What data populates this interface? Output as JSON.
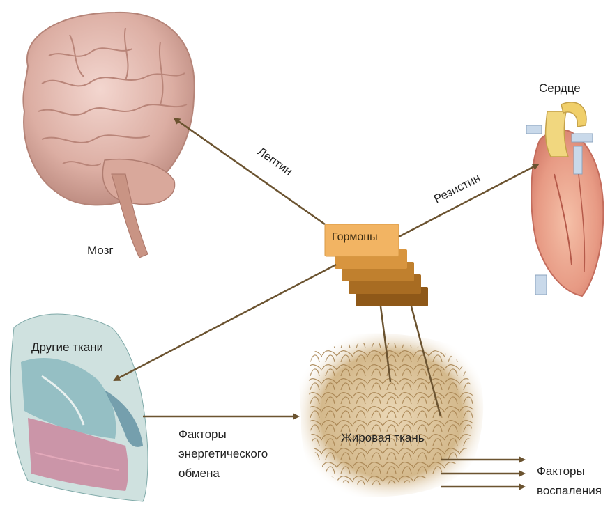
{
  "organs": {
    "brain": "Мозг",
    "heart": "Сердце",
    "other_tissues": "Другие ткани",
    "adipose_tissue": "Жировая ткань"
  },
  "hub": "Гормоны",
  "arrows": {
    "leptin": "Лептин",
    "resistin": "Резистин"
  },
  "energy_factors": [
    "Факторы",
    "энергетического",
    "обмена"
  ],
  "inflammation_factors": [
    "Факторы",
    "воспаления"
  ],
  "colors": {
    "arrow": "#6b5330",
    "hub_top": "#f2b463",
    "hub_layers": [
      "#d8953f",
      "#c0802e",
      "#a86c22",
      "#8e5818"
    ]
  }
}
